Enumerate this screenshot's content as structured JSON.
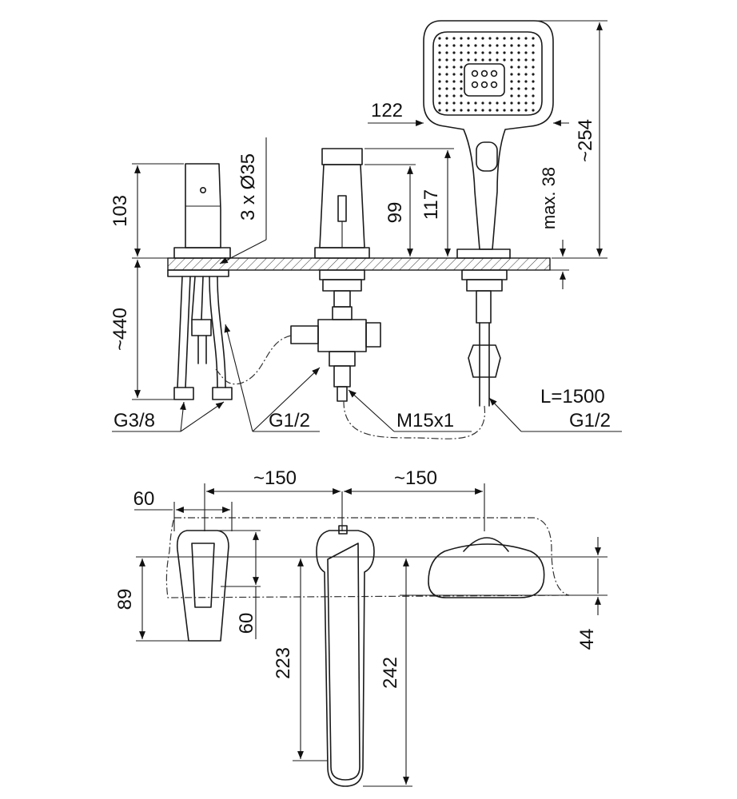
{
  "side_view": {
    "dim_hand_shower_width": "122",
    "dim_hand_shower_height": "~254",
    "dim_hand_shower_holder": "max. 38",
    "dim_spout_height_outer": "117",
    "dim_spout_height_inner": "99",
    "dim_handle_height": "103",
    "dim_holes": "3 x Ø35",
    "dim_hose_depth": "~440",
    "conn_left": "G3/8",
    "conn_middle": "G1/2",
    "conn_diverter": "M15x1",
    "hose_length": "L=1500",
    "conn_right": "G1/2"
  },
  "top_view": {
    "dim_spacing_left": "~150",
    "dim_spacing_right": "~150",
    "dim_handle_width": "60",
    "dim_handle_depth": "89",
    "dim_handle_depth_inner": "60",
    "dim_spout_reach_inner": "223",
    "dim_spout_reach_outer": "242",
    "dim_shower_holder_depth": "44"
  }
}
